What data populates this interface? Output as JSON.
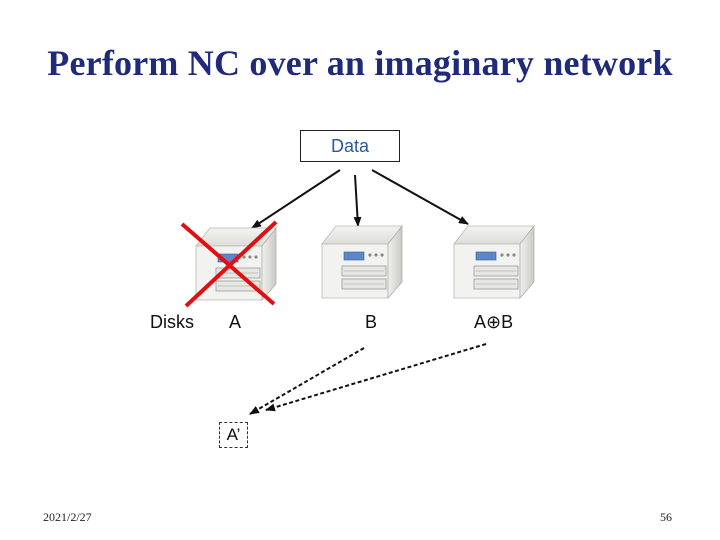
{
  "slide": {
    "title": "Perform NC over an imaginary network",
    "date": "2021/2/27",
    "page_number": "56"
  },
  "diagram": {
    "source_label": "Data",
    "disks_label": "Disks",
    "disks": [
      {
        "label": "A",
        "failed": true
      },
      {
        "label": "B",
        "failed": false
      },
      {
        "label": "A⊕B",
        "failed": false
      }
    ],
    "recovered_label": "A’"
  },
  "colors": {
    "title": "#1f2a7a",
    "data_text": "#2a58a8",
    "failure_cross": "#e01010"
  }
}
